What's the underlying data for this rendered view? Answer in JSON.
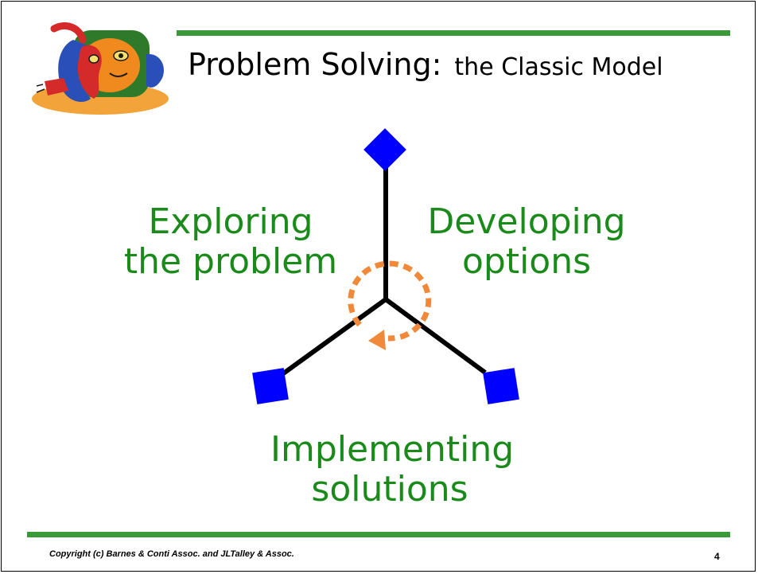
{
  "colors": {
    "rule": "#3a9a3a",
    "phase_text": "#1a8a1a",
    "node": "#0000ff",
    "arm": "#000000",
    "cycle": "#f08a3a"
  },
  "title": {
    "main": "Problem Solving:",
    "sub": "the Classic Model"
  },
  "logo": {
    "icon": "abstract-face-artwork-icon"
  },
  "diagram": {
    "icons": {
      "nodes": "blue-diamond-node-icon",
      "cycle": "dashed-circular-arrow-icon"
    },
    "phases": {
      "exploring": "Exploring\nthe problem",
      "developing": "Developing\noptions",
      "implementing": "Implementing\nsolutions"
    }
  },
  "footer": {
    "copyright": "Copyright (c) Barnes & Conti Assoc. and JLTalley & Assoc.",
    "page_number": "4"
  }
}
